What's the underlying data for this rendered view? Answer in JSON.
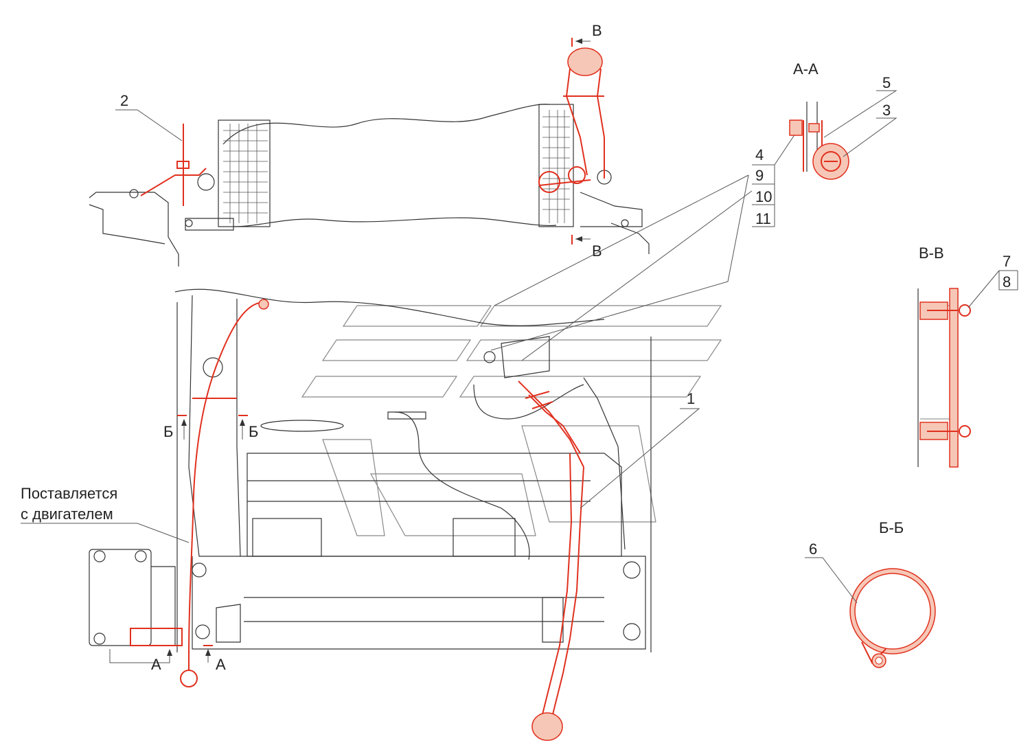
{
  "callouts": {
    "c1": "1",
    "c2": "2",
    "c3": "3",
    "c4": "4",
    "c5": "5",
    "c6": "6",
    "c7": "7",
    "c8": "8",
    "c9": "9",
    "c10": "10",
    "c11": "11"
  },
  "sections": {
    "aa": "А-А",
    "vv": "В-В",
    "bb": "Б-Б"
  },
  "cut_marks": {
    "v_top": "В",
    "v_bottom": "В",
    "b_left": "Б",
    "b_right": "Б",
    "a_left": "А",
    "a_right": "А"
  },
  "note": {
    "line1": "Поставляется",
    "line2": "с двигателем"
  },
  "colors": {
    "highlight": "#e0301e",
    "outline": "#333333"
  }
}
